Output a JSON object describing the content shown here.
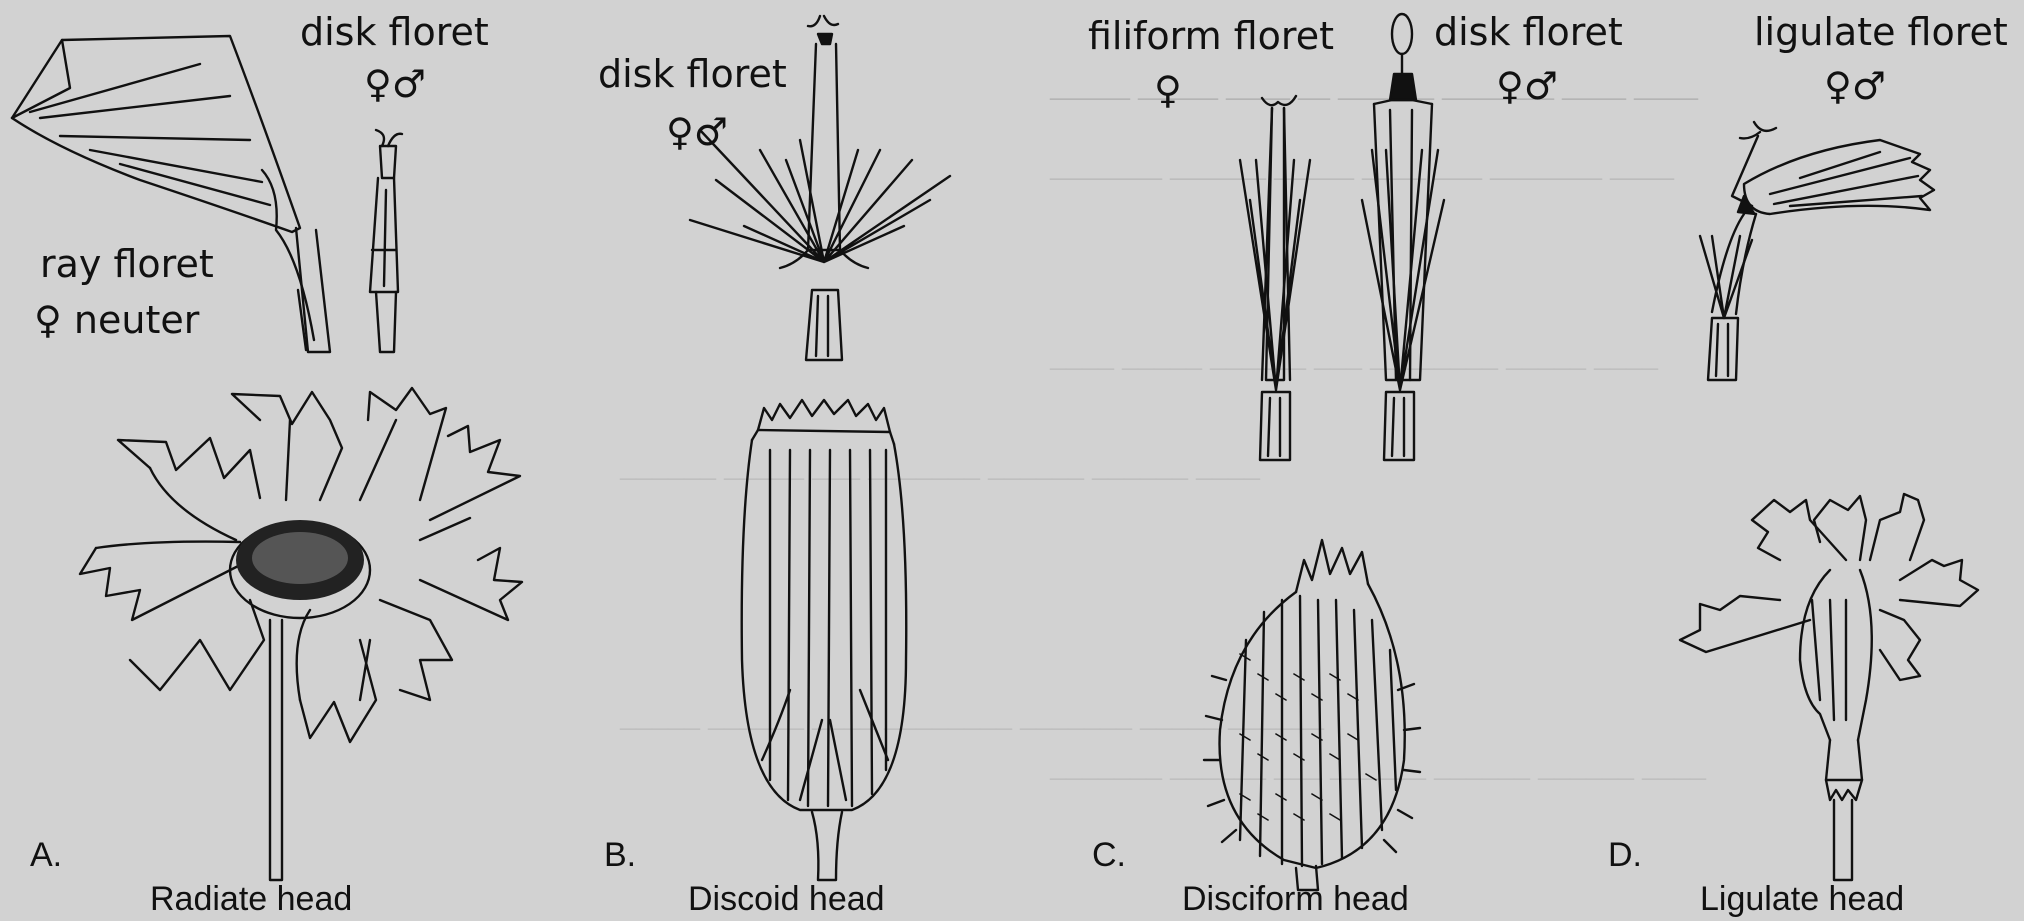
{
  "panels": [
    {
      "letter": "A.",
      "caption": "Radiate head"
    },
    {
      "letter": "B.",
      "caption": "Discoid head"
    },
    {
      "letter": "C.",
      "caption": "Disciform head"
    },
    {
      "letter": "D.",
      "caption": "Ligulate head"
    }
  ],
  "labels": {
    "a_disk": "disk floret",
    "a_disk_sym": "♀♂",
    "a_ray": "ray floret",
    "a_ray_sym": "♀  neuter",
    "b_disk": "disk floret",
    "b_disk_sym": "♀♂",
    "c_filiform": "filiform floret",
    "c_filiform_sym": "♀",
    "c_disk": "disk floret",
    "c_disk_sym": "♀♂",
    "d_ligulate": "ligulate floret",
    "d_ligulate_sym": "♀♂"
  }
}
